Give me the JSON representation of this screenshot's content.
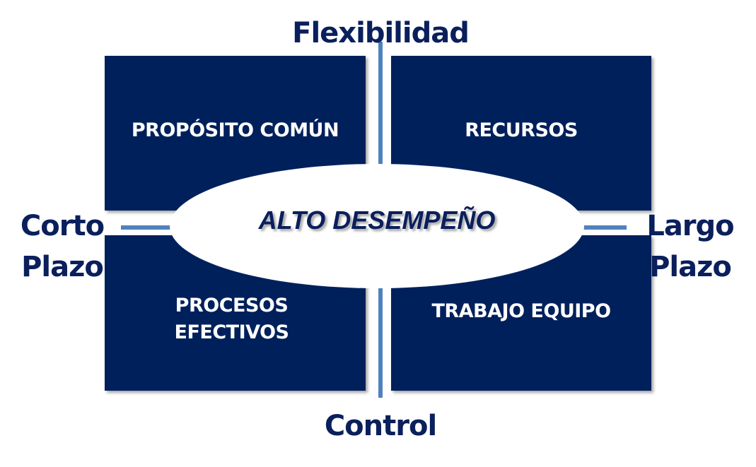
{
  "axes": {
    "top": "Flexibilidad",
    "bottom": "Control",
    "left": [
      "Corto",
      "Plazo"
    ],
    "right": [
      "Largo",
      "Plazo"
    ]
  },
  "quadrants": {
    "top_left": "PROPÓSITO COMÚN",
    "top_right": "RECURSOS",
    "bottom_left": [
      "PROCESOS",
      "EFECTIVOS"
    ],
    "bottom_right": "TRABAJO EQUIPO"
  },
  "center": "ALTO DESEMPEÑO",
  "colors": {
    "box": "#00205c",
    "line": "#4f81bd",
    "text": "#0a1f5c"
  }
}
